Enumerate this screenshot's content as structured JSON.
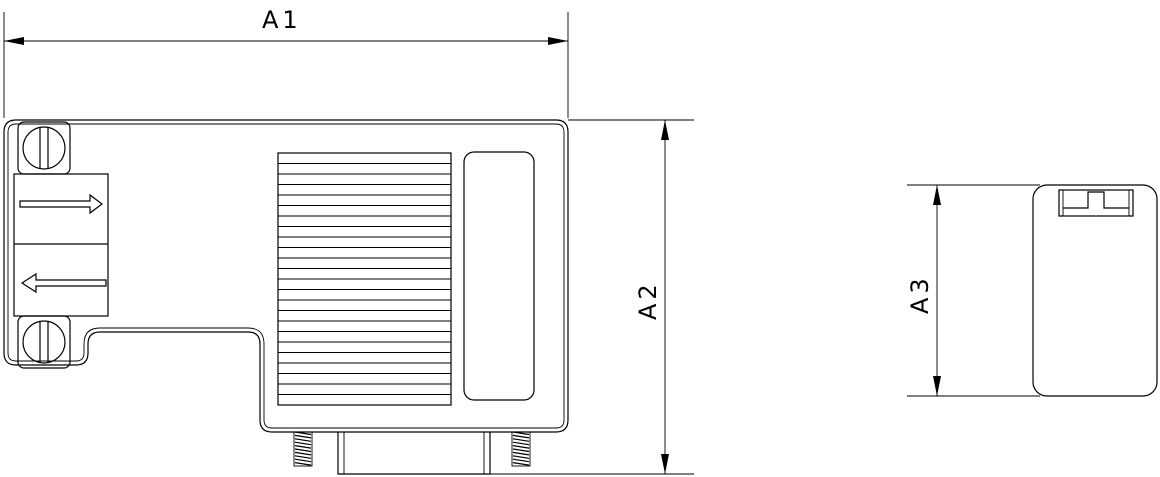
{
  "dimensions": {
    "a1": "A1",
    "a2": "A2",
    "a3": "A3"
  },
  "colors": {
    "line": "#000000",
    "background": "#ffffff"
  }
}
